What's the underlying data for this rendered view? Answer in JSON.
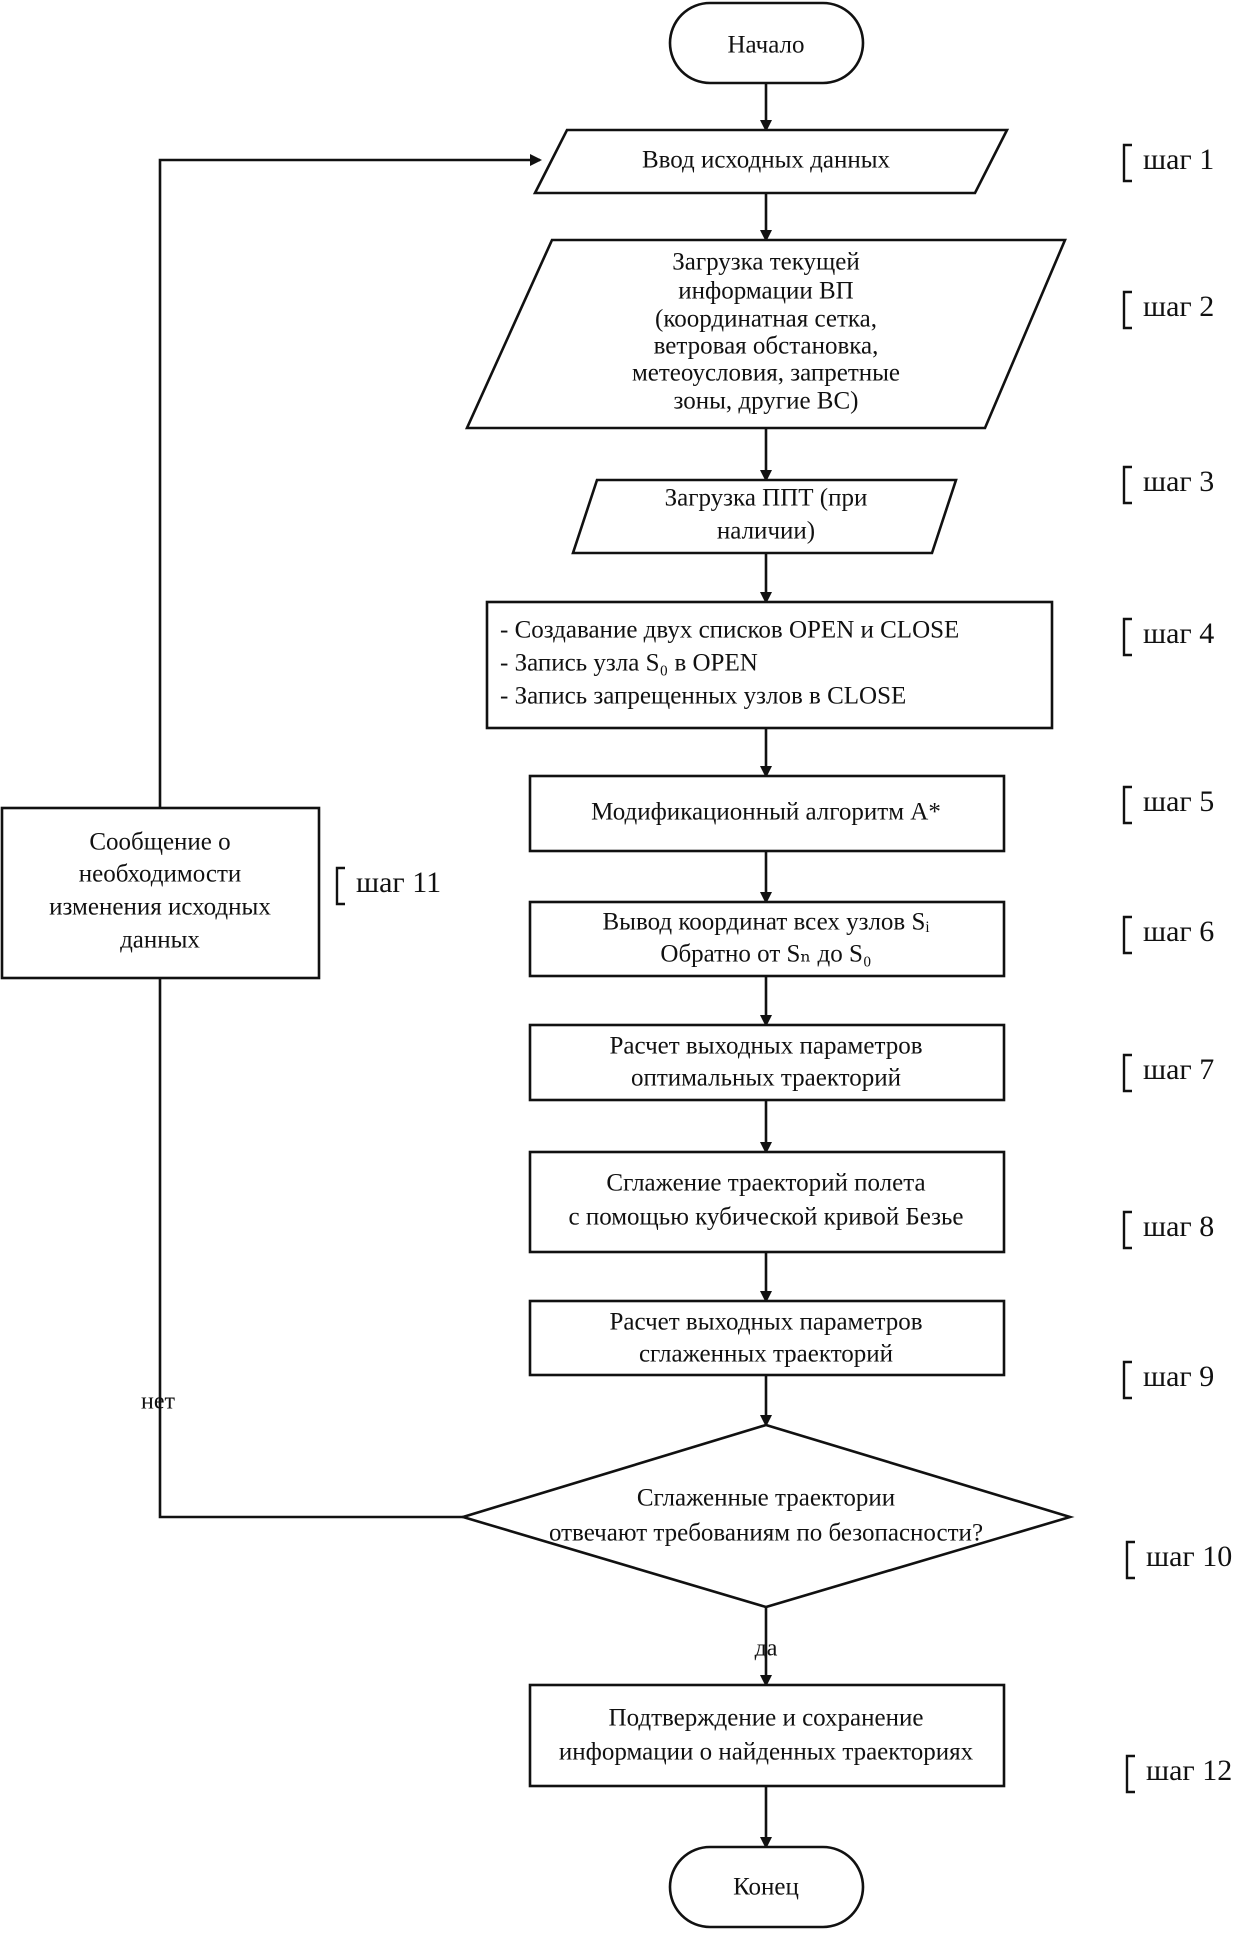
{
  "nodes": {
    "start": {
      "label": "Начало"
    },
    "input": {
      "label": "Ввод исходных данных"
    },
    "load_current": {
      "lines": [
        "Загрузка текущей",
        "информации ВП",
        "(координатная сетка,",
        "ветровая обстановка,",
        "метеоусловия, запретные",
        "зоны, другие ВС)"
      ]
    },
    "load_ppt": {
      "lines": [
        "Загрузка ППТ (при",
        "наличии)"
      ]
    },
    "lists": {
      "lines": [
        "- Создавание двух списков  OPEN и  CLOSE",
        "- Запись узла S₀ в OPEN",
        "- Запись запрещенных узлов в  CLOSE"
      ]
    },
    "astar": {
      "label": "Модификационный алгоритм А*"
    },
    "output_coords": {
      "lines": [
        "Вывод координат всех узлов Sᵢ",
        "Обратно от Sₙ до S₀"
      ]
    },
    "calc_optimal": {
      "lines": [
        "Расчет выходных параметров",
        "оптимальных траекторий"
      ]
    },
    "smoothing": {
      "lines": [
        "Сглажение траекторий полета",
        "с помощью кубической кривой Безье"
      ]
    },
    "calc_smoothed": {
      "lines": [
        "Расчет выходных параметров",
        "сглаженных траекторий"
      ]
    },
    "decision": {
      "lines": [
        "Сглаженные  траектории",
        "отвечают требованиям по безопасности?"
      ]
    },
    "confirm": {
      "lines": [
        "Подтверждение и сохранение",
        "информации о найденных траекториях"
      ]
    },
    "message": {
      "lines": [
        "Сообщение о",
        "необходимости",
        "изменения исходных",
        "данных"
      ]
    },
    "end": {
      "label": "Конец"
    }
  },
  "steps": [
    "шаг 1",
    "шаг 2",
    "шаг 3",
    "шаг 4",
    "шаг 5",
    "шаг 6",
    "шаг 7",
    "шаг 8",
    "шаг 9",
    "шаг 10",
    "шаг 11",
    "шаг 12"
  ],
  "edge_labels": {
    "no": "нет",
    "yes": "да"
  }
}
